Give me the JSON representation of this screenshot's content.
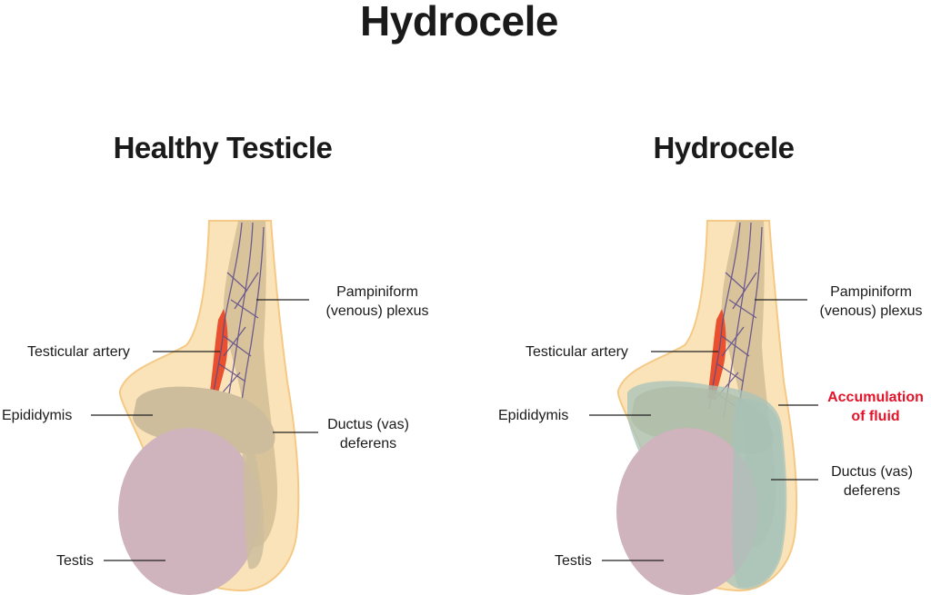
{
  "title": "Hydrocele",
  "panels": {
    "healthy": {
      "heading": "Healthy Testicle",
      "labels": {
        "pampiniform": "Pampiniform\n(venous) plexus",
        "artery": "Testicular artery",
        "epididymis": "Epididymis",
        "ductus": "Ductus (vas)\ndeferens",
        "testis": "Testis"
      }
    },
    "hydrocele": {
      "heading": "Hydrocele",
      "labels": {
        "pampiniform": "Pampiniform\n(venous) plexus",
        "artery": "Testicular artery",
        "epididymis": "Epididymis",
        "fluid": "Accumulation\nof fluid",
        "ductus": "Ductus (vas)\ndeferens",
        "testis": "Testis"
      }
    }
  },
  "colors": {
    "tunica": "#fae3b8",
    "tunica_edge": "#f5c985",
    "cord": "#d5bf97",
    "vein": "#5a4a8c",
    "artery": "#e8502f",
    "testis": "#cfb3bd",
    "fluid": "#a7c3b9",
    "accent_text": "#e3142a"
  }
}
